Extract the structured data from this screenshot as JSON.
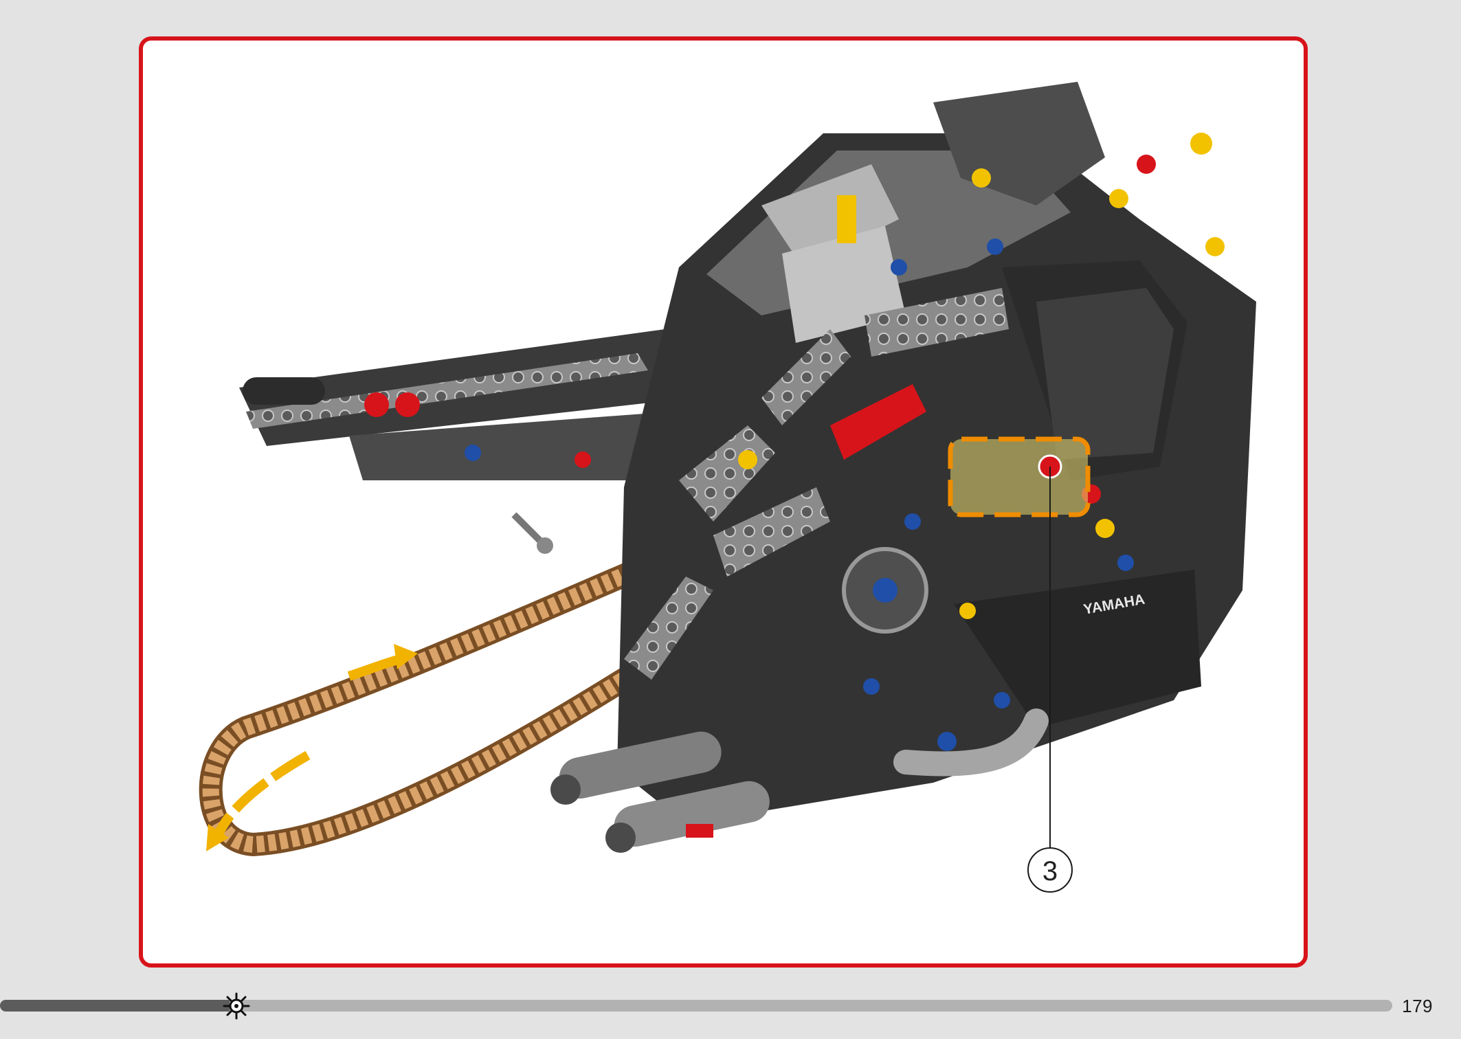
{
  "page": {
    "number": "179"
  },
  "progress": {
    "fraction": 0.165
  },
  "step": {
    "callout_number": "3"
  },
  "model": {
    "brand_text": "YAMAHA"
  },
  "icons": {
    "progress_marker": "gear-sun-icon",
    "rotation_arrow": "rotate-arrow-icon"
  },
  "colors": {
    "frame_red": "#d7141a",
    "highlight_orange": "#f08c00",
    "arrow_yellow": "#f2b200",
    "chain_tan": "#c8925a"
  }
}
